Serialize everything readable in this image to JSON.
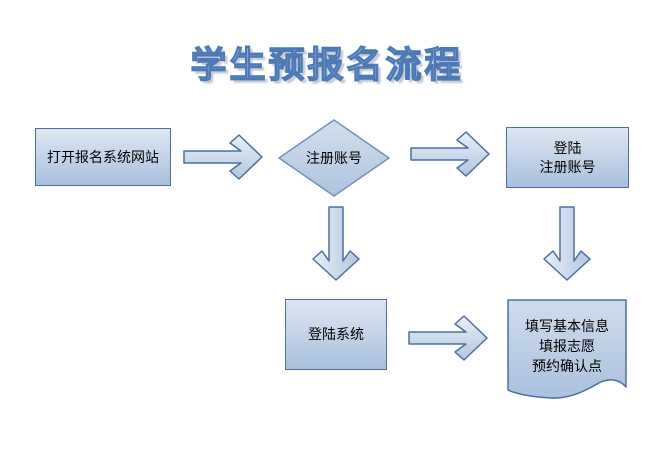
{
  "title": "学生预报名流程",
  "colors": {
    "background": "#ffffff",
    "shape_border": "#4b709f",
    "diamond_border": "#7292ba",
    "shape_fill_top": "#dde7f2",
    "shape_fill_bottom": "#a8c0dd",
    "arrow_fill_top": "#e7edf6",
    "arrow_fill_bottom": "#b4c8e2",
    "title_outline": "#4d7ab5",
    "title_fill_light": "#fbfdfe",
    "title_fill_dark": "#a6c1e0",
    "title_shadow": "#c3cbd7",
    "text": "#000000"
  },
  "nodes": {
    "open_site": {
      "label": "打开报名系统网站"
    },
    "register": {
      "label": "注册账号"
    },
    "login_register": {
      "lines": [
        "登陆",
        "注册账号"
      ]
    },
    "login_system": {
      "label": "登陆系统"
    },
    "fill_info": {
      "lines": [
        "填写基本信息",
        "填报志愿",
        "预约确认点"
      ]
    }
  },
  "icons": {
    "right_arrow": "right-arrow",
    "down_arrow": "down-arrow"
  }
}
